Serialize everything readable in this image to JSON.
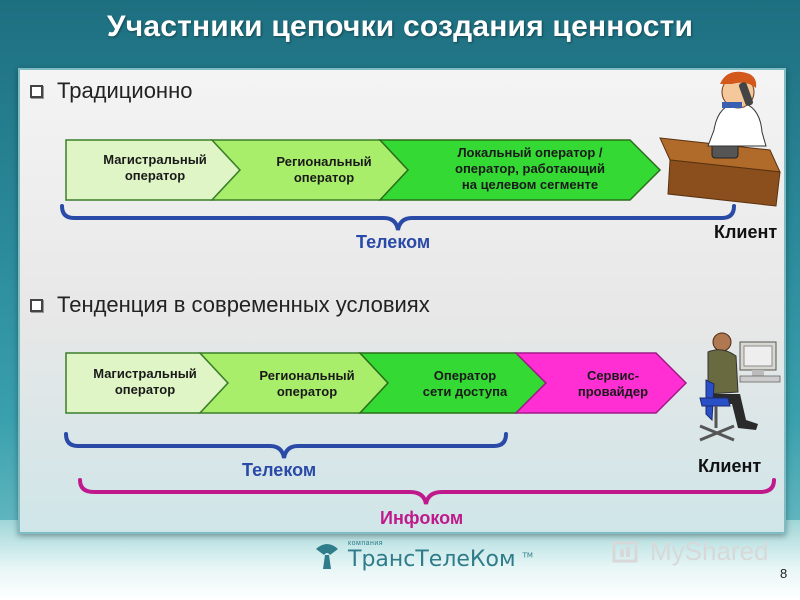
{
  "slide": {
    "title": "Участники цепочки создания ценности",
    "page_number": "8"
  },
  "section_traditional": {
    "heading": "Традиционно",
    "chain": [
      {
        "label": "Магистральный\nоператор",
        "color": "#dff5c5"
      },
      {
        "label": "Региональный\nоператор",
        "color": "#a9ee6a"
      },
      {
        "label": "Локальный оператор /\nоператор, работающий\nна целевом сегменте",
        "color": "#34d934"
      }
    ],
    "brace_label": "Телеком",
    "client_label": "Клиент"
  },
  "section_modern": {
    "heading": "Тенденция в современных условиях",
    "chain": [
      {
        "label": "Магистральный\nоператор",
        "color": "#dff5c5"
      },
      {
        "label": "Региональный\nоператор",
        "color": "#a9ee6a"
      },
      {
        "label": "Оператор\nсети доступа",
        "color": "#34d934"
      },
      {
        "label": "Сервис-\nпровайдер",
        "color": "#ff2fd4"
      }
    ],
    "telecom_label": "Телеком",
    "infocom_label": "Инфоком",
    "client_label": "Клиент"
  },
  "footer": {
    "logo_small": "компания",
    "logo_main": "ТрансТелеКом",
    "logo_tm": "TM",
    "watermark": "MyShared"
  },
  "colors": {
    "brace_blue": "#2a4aa8",
    "brace_magenta": "#c0198c",
    "chevron_border": "#3a7f2a"
  },
  "icons": [
    "person-on-phone-icon",
    "person-at-computer-icon",
    "ttk-logo-icon",
    "myshared-logo-icon",
    "checkbox-bullet-icon"
  ]
}
